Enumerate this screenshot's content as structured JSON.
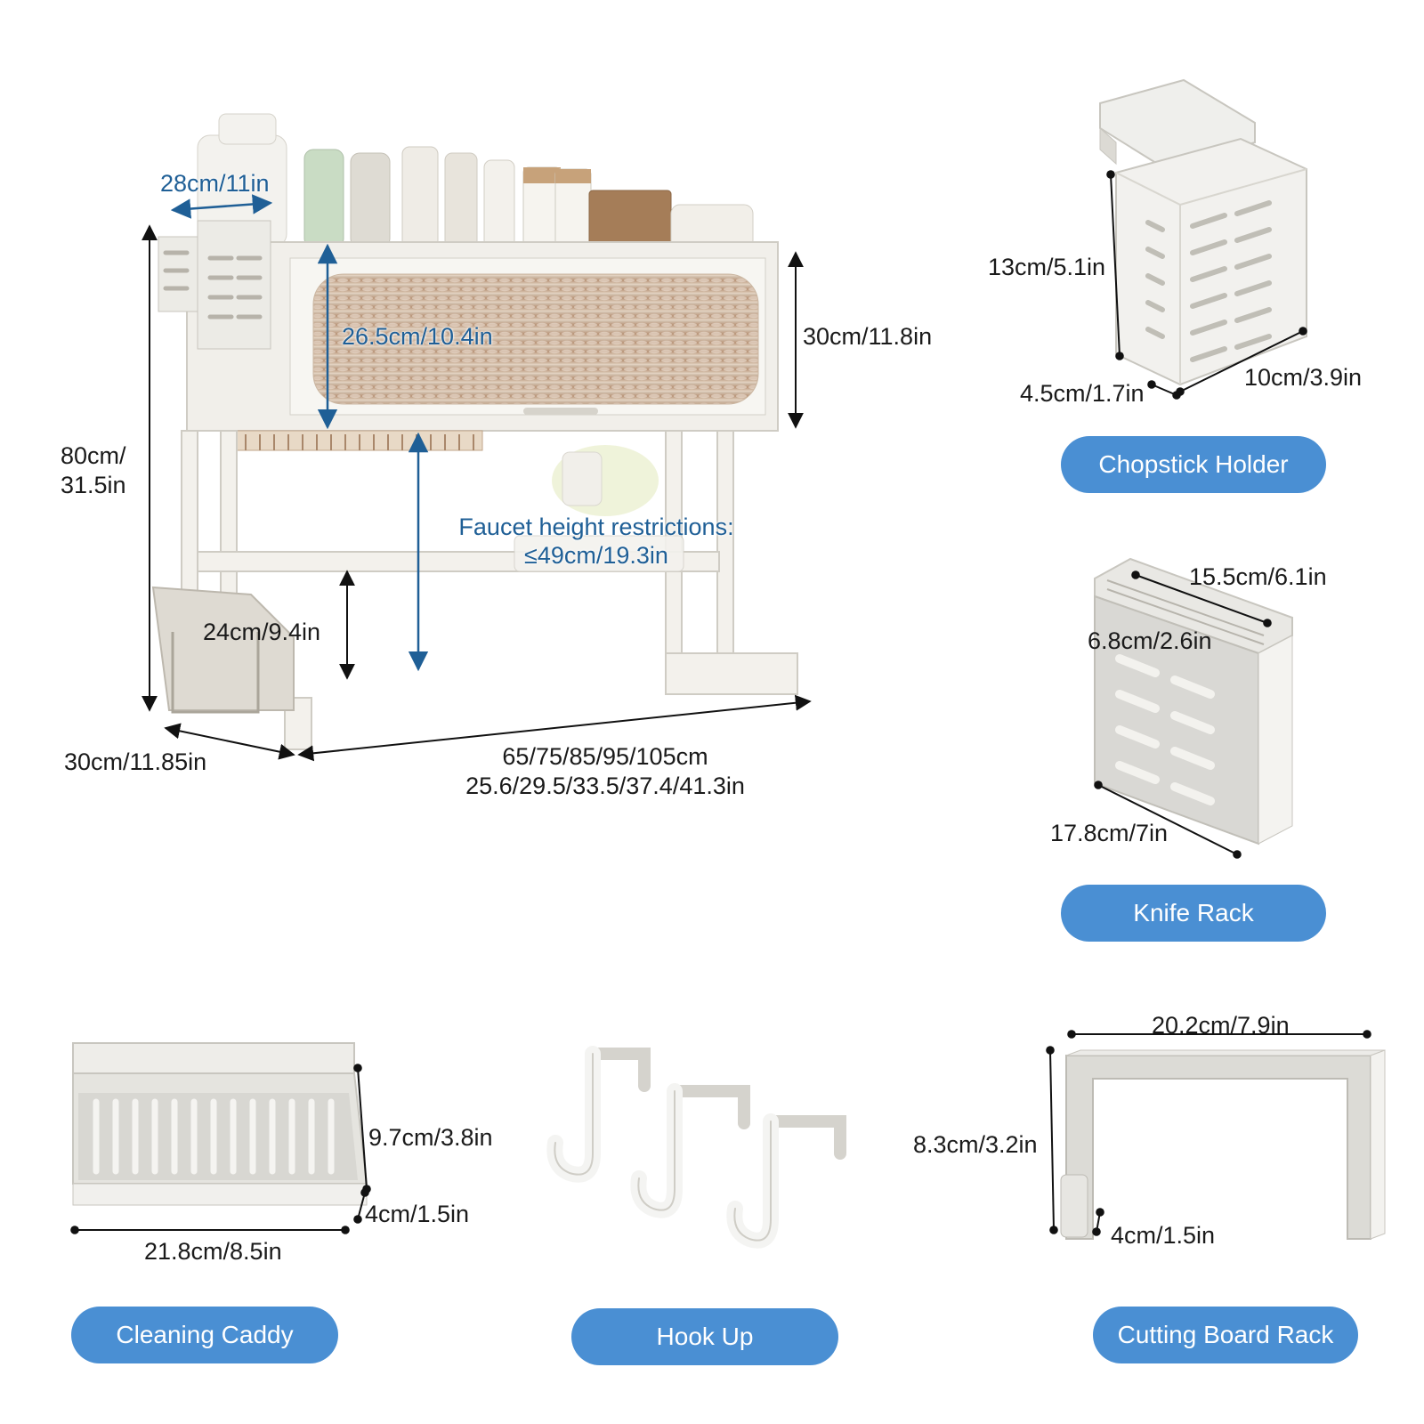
{
  "colors": {
    "accent": "#4a8fd3",
    "dimension_blue": "#1f5f96",
    "product": "#ecebe7",
    "product_edge": "#c9c7c0",
    "line": "#111111"
  },
  "main_rack": {
    "depth_top": "28cm/11in",
    "inner_height": "26.5cm/10.4in",
    "cabinet_height": "30cm/11.8in",
    "total_height_line1": "80cm/",
    "total_height_line2": "31.5in",
    "faucet_line1": "Faucet height restrictions:",
    "faucet_line2": "≤49cm/19.3in",
    "bottom_clearance": "24cm/9.4in",
    "depth_bottom": "30cm/11.85in",
    "width_line1": "65/75/85/95/105cm",
    "width_line2": "25.6/29.5/33.5/37.4/41.3in"
  },
  "chopstick_holder": {
    "height": "13cm/5.1in",
    "depth": "4.5cm/1.7in",
    "width": "10cm/3.9in",
    "label": "Chopstick Holder"
  },
  "knife_rack": {
    "width": "15.5cm/6.1in",
    "depth": "6.8cm/2.6in",
    "height": "17.8cm/7in",
    "label": "Knife Rack"
  },
  "cleaning_caddy": {
    "height": "9.7cm/3.8in",
    "depth": "4cm/1.5in",
    "width": "21.8cm/8.5in",
    "label": "Cleaning Caddy"
  },
  "hook_up": {
    "label": "Hook Up"
  },
  "cutting_board_rack": {
    "width": "20.2cm/7.9in",
    "height": "8.3cm/3.2in",
    "depth": "4cm/1.5in",
    "label": "Cutting Board Rack"
  }
}
